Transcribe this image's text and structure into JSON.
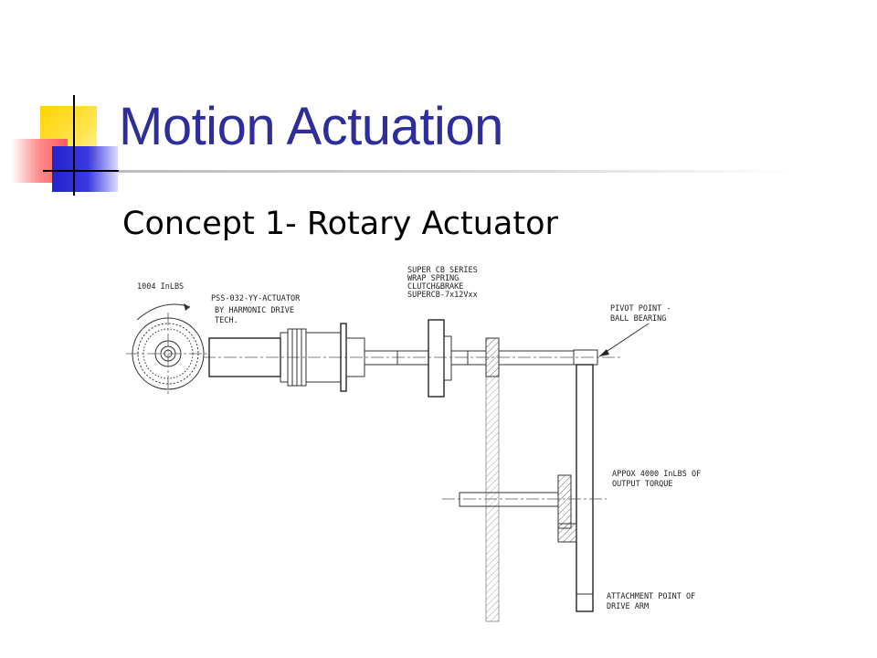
{
  "slide": {
    "title": "Motion Actuation",
    "subtitle": "Concept 1- Rotary Actuator"
  },
  "drawing": {
    "label_input_torque": "1004 InLBS",
    "label_actuator_1": "PSS-032-YY-ACTUATOR",
    "label_actuator_2": "BY HARMONIC DRIVE",
    "label_actuator_3": "TECH.",
    "label_clutch_1": "SUPER CB SERIES",
    "label_clutch_2": "WRAP SPRING",
    "label_clutch_3": "CLUTCH&BRAKE",
    "label_clutch_4": "SUPERCB-7x12Vxx",
    "label_pivot_1": "PIVOT POINT -",
    "label_pivot_2": "BALL BEARING",
    "label_output_1": "APPOX 4000 InLBS OF",
    "label_output_2": "OUTPUT TORQUE",
    "label_attach_1": "ATTACHMENT POINT OF",
    "label_attach_2": "DRIVE ARM"
  },
  "colors": {
    "title": "#2e2e9a",
    "accent_yellow": "#ffd200",
    "accent_red": "#ff5a5a",
    "accent_blue": "#2222cc"
  }
}
